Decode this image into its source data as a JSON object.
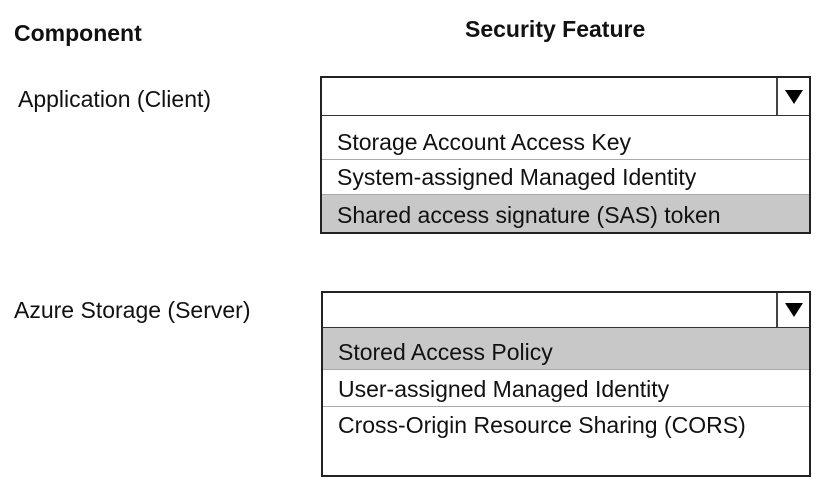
{
  "headers": {
    "component": "Component",
    "security_feature": "Security Feature"
  },
  "rows": [
    {
      "component": "Application (Client)",
      "selected_value": "",
      "options": [
        {
          "label": "Storage Account Access Key",
          "highlighted": false
        },
        {
          "label": "System-assigned Managed Identity",
          "highlighted": false
        },
        {
          "label": "Shared access signature (SAS) token",
          "highlighted": true
        }
      ]
    },
    {
      "component": "Azure Storage (Server)",
      "selected_value": "",
      "options": [
        {
          "label": "Stored Access Policy",
          "highlighted": true
        },
        {
          "label": "User-assigned Managed Identity",
          "highlighted": false
        },
        {
          "label": "Cross-Origin Resource Sharing (CORS)",
          "highlighted": false
        }
      ]
    }
  ],
  "colors": {
    "highlight": "#c8c8c8",
    "border": "#222222"
  }
}
